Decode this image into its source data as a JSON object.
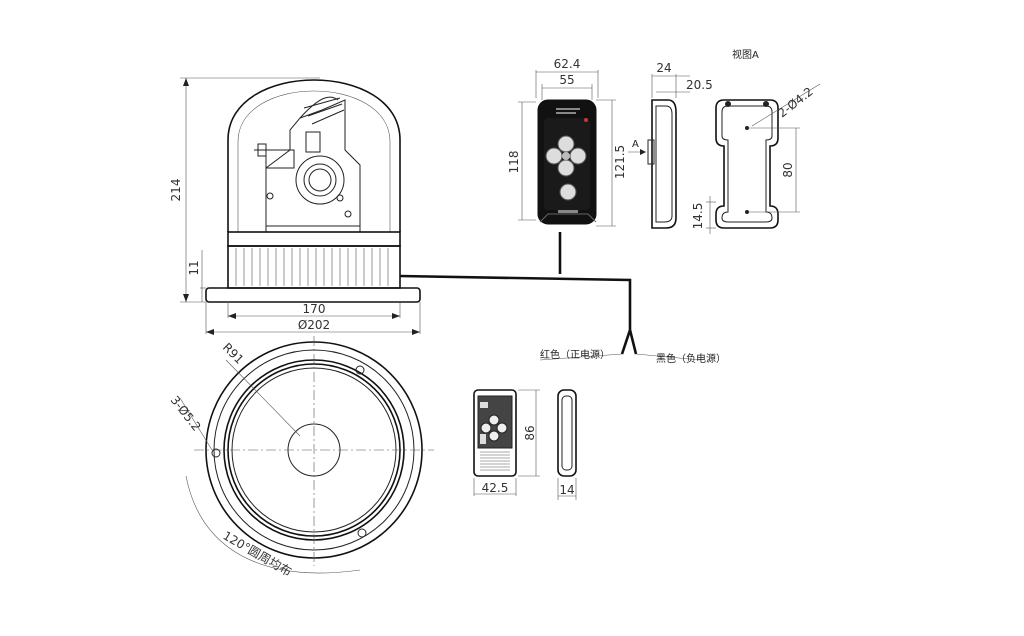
{
  "labels": {
    "view_a": "视图A",
    "arrow_a": "A",
    "red_wire": "红色（正电源）",
    "black_wire": "黑色（负电源）"
  },
  "dimensions": {
    "height_214": "214",
    "base_11": "11",
    "width_170": "170",
    "dia_202": "Ø202",
    "radius_91": "R91",
    "holes_3": "3-Ø5.2",
    "arc_120": "120°圆周均布",
    "remote_62_4": "62.4",
    "remote_55": "55",
    "remote_118": "118",
    "remote_121_5": "121.5",
    "side_24": "24",
    "side_20_5": "20.5",
    "holes_2": "2-Ø4.2",
    "back_80": "80",
    "back_14_5": "14.5",
    "small_86": "86",
    "small_42_5": "42.5",
    "small_14": "14"
  },
  "colors": {
    "line": "#222222",
    "wire": "#111111"
  }
}
